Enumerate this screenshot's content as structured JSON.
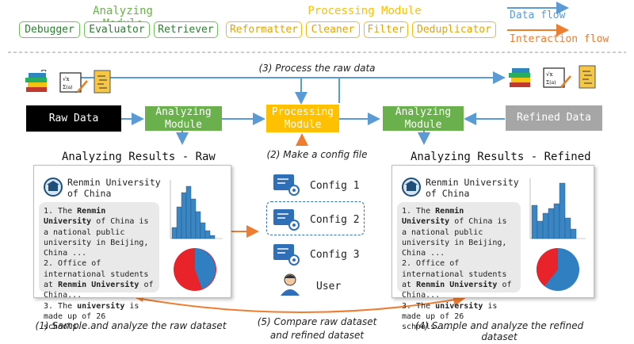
{
  "legend": {
    "analyzing_title": "Analyzing Module",
    "processing_title": "Processing Module",
    "analyzing_items": [
      "Debugger",
      "Evaluator",
      "Retriever"
    ],
    "processing_items": [
      "Reformatter",
      "Cleaner",
      "Filter",
      "Deduplicator"
    ],
    "data_flow": "Data flow",
    "interaction_flow": "Interaction flow",
    "colors": {
      "data_flow": "#5b9bd5",
      "interaction_flow": "#ed7d31",
      "green": "#6ab04c",
      "yellow": "#ffc000",
      "gray": "#a6a6a6"
    }
  },
  "flow": {
    "raw_data": "Raw Data",
    "analyzing_module_left": "Analyzing\nModule",
    "processing_module": "Processing\nModule",
    "analyzing_module_right": "Analyzing\nModule",
    "refined_data": "Refined Data",
    "step3": "(3) Process the raw data",
    "step2": "(2) Make a config file"
  },
  "results_raw": {
    "heading": "Analyzing Results - Raw",
    "university": "Renmin University\nof China",
    "items": [
      {
        "prefix": "1. The ",
        "bold": "Renmin University",
        "suffix": " of China is a national public university in Beijing, China ..."
      },
      {
        "prefix": "2. Office of international students at ",
        "bold": "Renmin University",
        "suffix": " of China..."
      },
      {
        "prefix": "3. The ",
        "bold": "university",
        "suffix": " is made up of 26 schools..."
      }
    ]
  },
  "results_refined": {
    "heading": "Analyzing Results - Refined",
    "university": "Renmin University\nof China",
    "items": [
      {
        "prefix": "1. The ",
        "bold": "Renmin University",
        "suffix": " of China is a national public university in Beijing, China ..."
      },
      {
        "prefix": "2. Office of international students at ",
        "bold": "Renmin University",
        "suffix": " of China..."
      },
      {
        "prefix": "3. The ",
        "bold": "university",
        "suffix": " is made up of 26 schools..."
      }
    ]
  },
  "configs": [
    "Config 1",
    "Config 2",
    "Config 3"
  ],
  "user_label": "User",
  "steps_bottom": {
    "step1": "(1) Sample and analyze the raw dataset",
    "step5": "(5) Compare raw dataset\nand refined dataset",
    "step4": "(4) Sample and analyze the refined dataset"
  }
}
